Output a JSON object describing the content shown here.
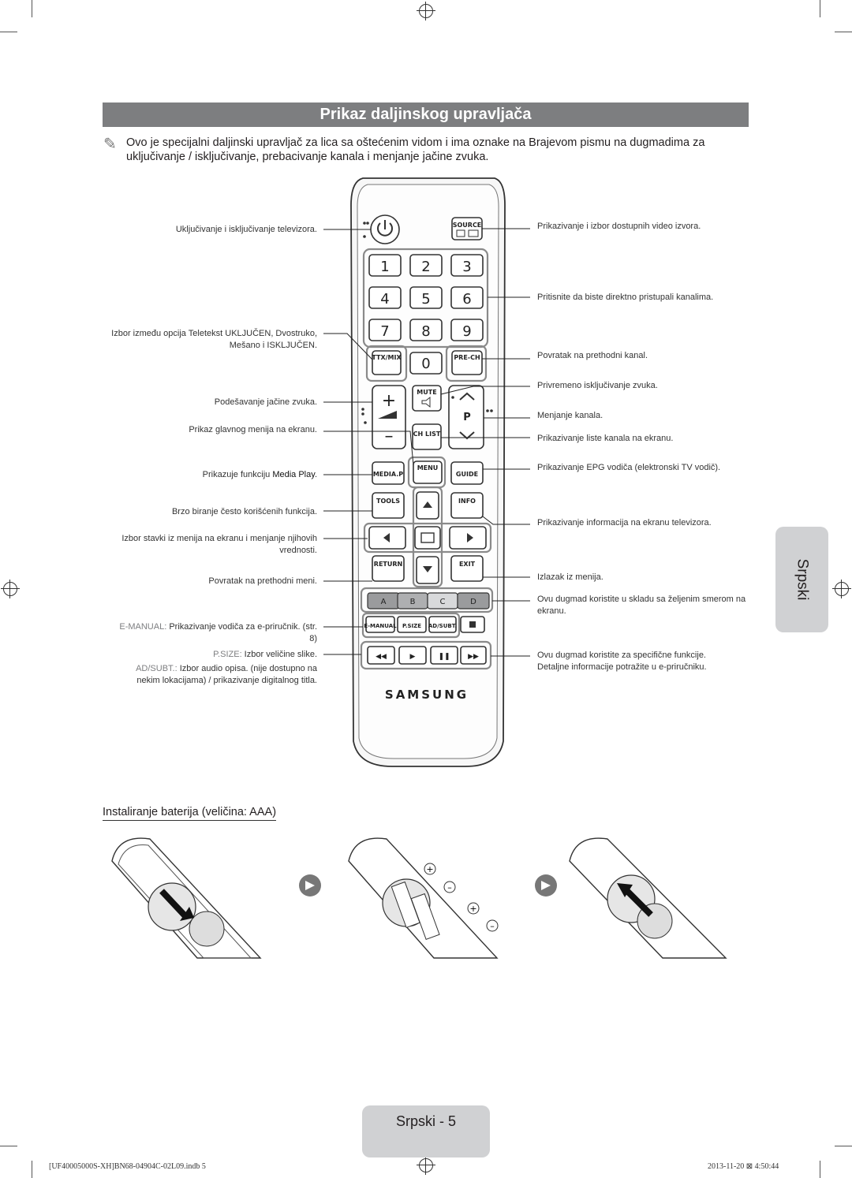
{
  "title": "Prikaz daljinskog upravljača",
  "note": "Ovo je specijalni daljinski upravljač za lica sa oštećenim vidom i ima oznake na Brajevom pismu na dugmadima za uključivanje / isključivanje, prebacivanje kanala i menjanje jačine zvuka.",
  "left_labels": {
    "power": "Uključivanje i isključivanje televizora.",
    "teletext": "Izbor između opcija Teletekst UKLJUČEN, Dvostruko, Mešano i ISKLJUČEN.",
    "volume": "Podešavanje jačine zvuka.",
    "menu": "Prikaz glavnog menija na ekranu.",
    "mediap_pre": "Prikazuje funkciju ",
    "mediap_name": "Media Play",
    "mediap_post": ".",
    "tools": "Brzo biranje često korišćenih funkcija.",
    "arrows": "Izbor stavki iz menija na ekranu i menjanje njihovih vrednosti.",
    "return": "Povratak na prethodni meni.",
    "emanual_key": "E-MANUAL:",
    "emanual_text": " Prikazivanje vodiča za e-priručnik. (str. 8)",
    "psize_key": "P.SIZE:",
    "psize_text": " Izbor veličine slike.",
    "adsubt_key": "AD/SUBT.:",
    "adsubt_text": " Izbor audio opisa. (nije dostupno na nekim lokacijama) / prikazivanje digitalnog titla."
  },
  "right_labels": {
    "source": "Prikazivanje i izbor dostupnih video izvora.",
    "digits": "Pritisnite da biste direktno pristupali kanalima.",
    "prech": "Povratak na prethodni kanal.",
    "mute": "Privremeno isključivanje zvuka.",
    "channel": "Menjanje kanala.",
    "chlist": "Prikazivanje liste kanala na ekranu.",
    "guide": "Prikazivanje EPG vodiča (elektronski TV vodič).",
    "info": "Prikazivanje informacija na ekranu televizora.",
    "exit": "Izlazak iz menija.",
    "colors": "Ovu dugmad koristite u skladu sa željenim smerom na ekranu.",
    "media": "Ovu dugmad koristite za specifične funkcije. Detaljne informacije potražite u e-priručniku."
  },
  "remote_buttons": {
    "source": "SOURCE",
    "digits": [
      "1",
      "2",
      "3",
      "4",
      "5",
      "6",
      "7",
      "8",
      "9",
      "0"
    ],
    "ttxmix": "TTX/MIX",
    "prech": "PRE-CH",
    "mute": "MUTE",
    "p": "P",
    "chlist": "CH LIST",
    "mediap": "MEDIA.P",
    "menu": "MENU",
    "guide": "GUIDE",
    "tools": "TOOLS",
    "info": "INFO",
    "return": "RETURN",
    "exit": "EXIT",
    "colors": [
      "A",
      "B",
      "C",
      "D"
    ],
    "emanual": "E-MANUAL",
    "psize": "P.SIZE",
    "adsubt": "AD/SUBT.",
    "brand": "SAMSUNG"
  },
  "battery_heading": "Instaliranje baterija (veličina: AAA)",
  "side_tab": "Srpski",
  "page_tab": "Srpski - 5",
  "footer": {
    "left": "[UF40005000S-XH]BN68-04904C-02L09.indb   5",
    "right": "2013-11-20   ⊠ 4:50:44"
  }
}
